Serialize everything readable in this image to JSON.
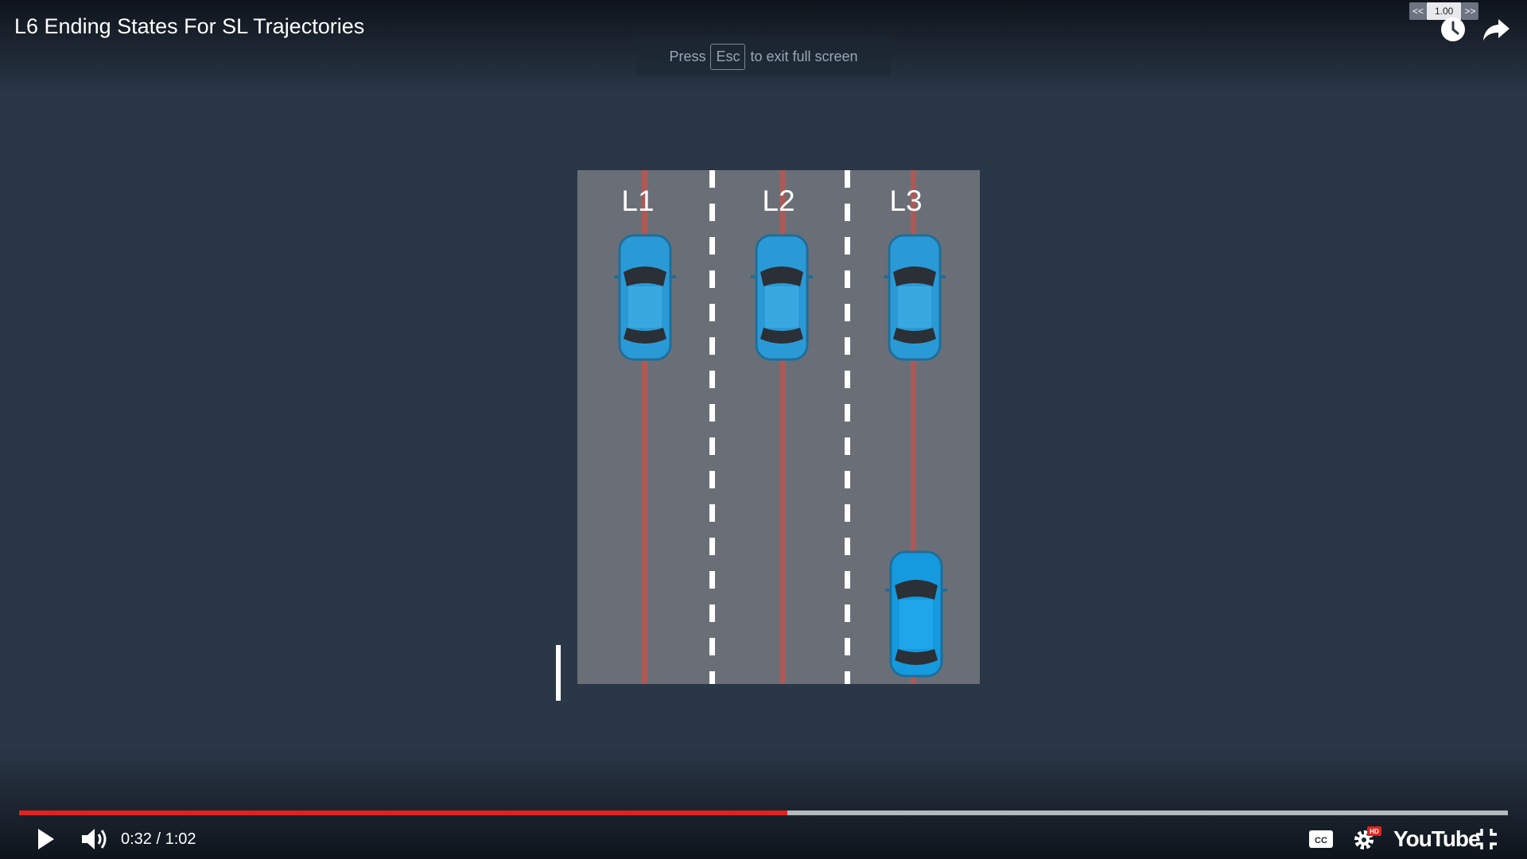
{
  "video": {
    "title": "L6 Ending States For SL Trajectories",
    "current_time": "0:32",
    "duration": "1:02",
    "time_display": "0:32 / 1:02",
    "progress_fraction": 0.516,
    "buffered_fraction": 1.0
  },
  "fullscreen_hint": {
    "prefix": "Press",
    "key": "Esc",
    "suffix": "to exit full screen"
  },
  "speed_control": {
    "decrease": "<<",
    "value": "1.00",
    "increase": ">>"
  },
  "lanes": [
    {
      "label": "L1"
    },
    {
      "label": "L2"
    },
    {
      "label": "L3"
    }
  ],
  "controls": {
    "play_icon": "play-icon",
    "volume_icon": "volume-icon",
    "cc_label": "CC",
    "hd_badge": "HD",
    "brand": "YouTube",
    "exit_fullscreen_icon": "exit-fullscreen-icon"
  },
  "colors": {
    "background": "#2a3747",
    "road": "#6a6f77",
    "car": "#2a9ad6",
    "progress_played": "#e0231f"
  }
}
